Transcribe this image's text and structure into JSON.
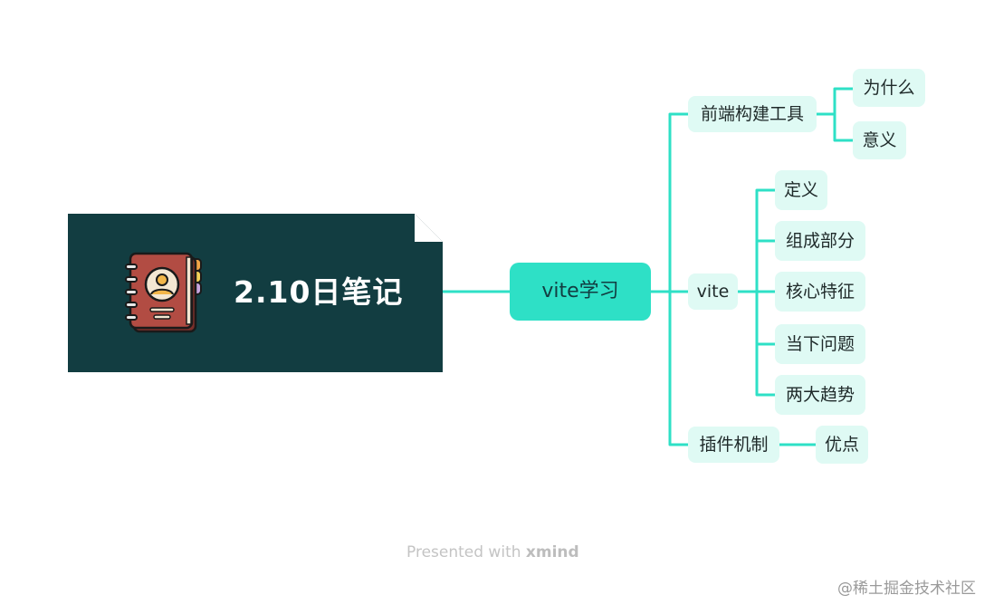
{
  "root": {
    "title": "2.10日笔记",
    "icon": "notebook-icon"
  },
  "main_topic": {
    "label": "vite学习"
  },
  "branches": [
    {
      "label": "前端构建工具",
      "children": [
        "为什么",
        "意义"
      ]
    },
    {
      "label": "vite",
      "children": [
        "定义",
        "组成部分",
        "核心特征",
        "当下问题",
        "两大趋势"
      ]
    },
    {
      "label": "插件机制",
      "children": [
        "优点"
      ]
    }
  ],
  "footer": {
    "prefix": "Presented with ",
    "brand": "xmind"
  },
  "watermark": "@稀土掘金技术社区",
  "colors": {
    "root_background": "#123d41",
    "main_topic_background": "#2ee0c6",
    "subtopic_background": "#dffaf4",
    "connector": "#2ee0c6"
  }
}
